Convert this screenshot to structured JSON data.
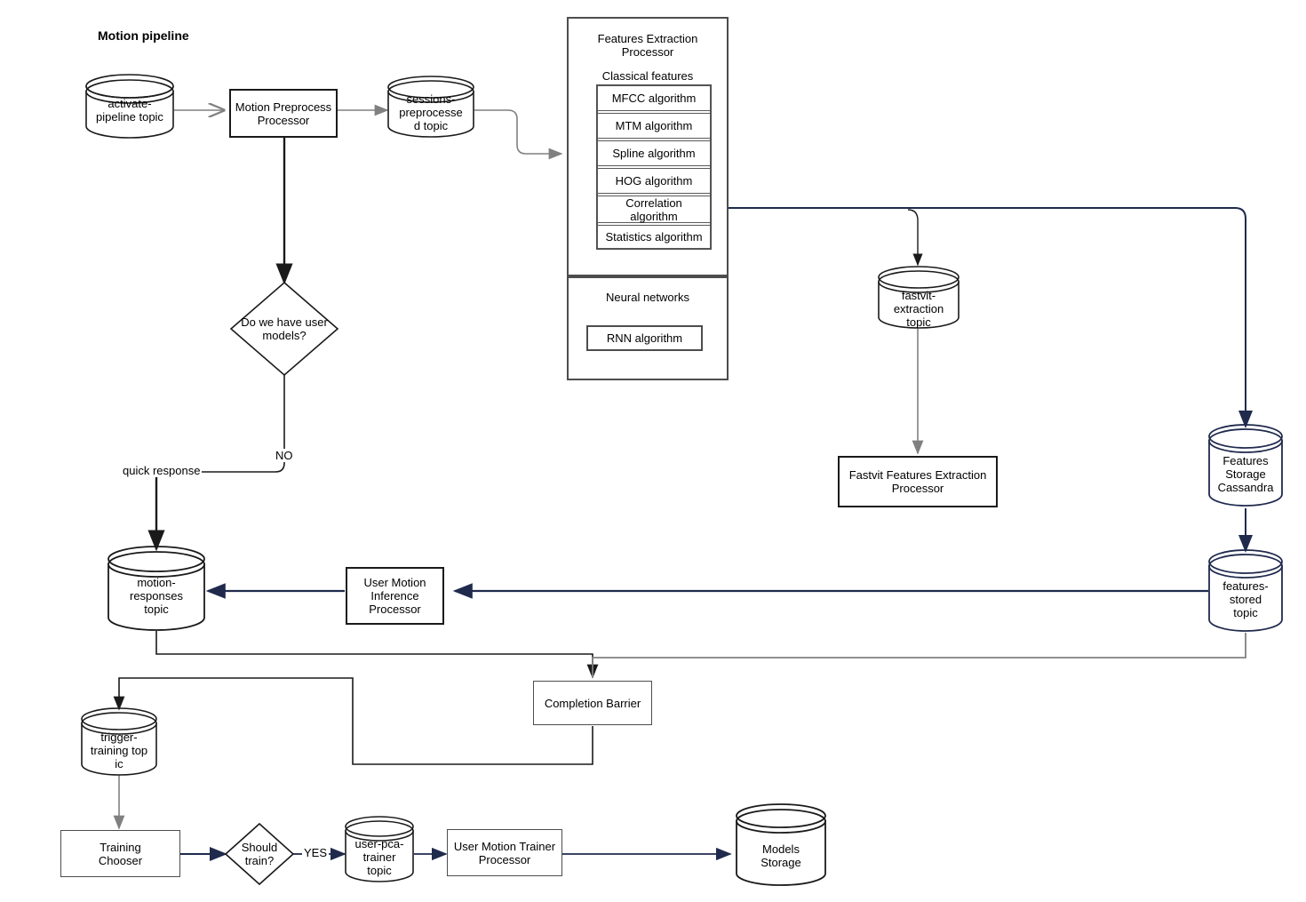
{
  "diagram": {
    "title": "Motion pipeline",
    "type": "flowchart",
    "colors": {
      "stroke_dark": "#1a1a1a",
      "stroke_gray": "#808080",
      "stroke_navy": "#1f2a4d",
      "background": "#ffffff"
    },
    "nodes": [
      {
        "id": "activate-pipeline-topic",
        "shape": "cylinder",
        "label": "activate-\npipeline topic",
        "lines": [
          "activate-",
          "pipeline topic"
        ]
      },
      {
        "id": "motion-preprocess-processor",
        "shape": "box",
        "label": "Motion Preprocess\nProcessor",
        "lines": [
          "Motion Preprocess",
          "Processor"
        ]
      },
      {
        "id": "sessions-preprocessed-topic",
        "shape": "cylinder",
        "label": "sessions-\npreprocessed topic",
        "lines": [
          "sessions-",
          "preprocesse",
          "d topic"
        ]
      },
      {
        "id": "features-extraction-processor",
        "shape": "group",
        "label": "Features Extraction Processor",
        "lines": [
          "Features Extraction",
          "Processor"
        ]
      },
      {
        "id": "classical-features",
        "shape": "group-label",
        "label": "Classical features"
      },
      {
        "id": "mfcc-algorithm",
        "shape": "box",
        "label": "MFCC algorithm"
      },
      {
        "id": "mtm-algorithm",
        "shape": "box",
        "label": "MTM algorithm"
      },
      {
        "id": "spline-algorithm",
        "shape": "box",
        "label": "Spline algorithm"
      },
      {
        "id": "hog-algorithm",
        "shape": "box",
        "label": "HOG algorithm"
      },
      {
        "id": "correlation-algorithm",
        "shape": "box",
        "label": "Correlation algorithm",
        "lines": [
          "Correlation",
          "algorithm"
        ]
      },
      {
        "id": "statistics-algorithm",
        "shape": "box",
        "label": "Statistics algorithm"
      },
      {
        "id": "neural-networks",
        "shape": "group-label",
        "label": "Neural networks"
      },
      {
        "id": "rnn-algorithm",
        "shape": "box",
        "label": "RNN algorithm"
      },
      {
        "id": "do-we-have-user-models",
        "shape": "diamond",
        "label": "Do we have user models?",
        "lines": [
          "Do we have user",
          "models?"
        ]
      },
      {
        "id": "fastvit-extraction-topic",
        "shape": "cylinder",
        "label": "fastvit-extraction topic",
        "lines": [
          "fastvit-",
          "extraction",
          "topic"
        ]
      },
      {
        "id": "fastvit-features-extraction-processor",
        "shape": "box",
        "label": "Fastvit Features Extraction Processor",
        "lines": [
          "Fastvit Features Extraction",
          "Processor"
        ]
      },
      {
        "id": "features-storage-cassandra",
        "shape": "cylinder",
        "label": "Features Storage Cassandra",
        "lines": [
          "Features",
          "Storage",
          "Cassandra"
        ]
      },
      {
        "id": "features-stored-topic",
        "shape": "cylinder",
        "label": "features-stored topic",
        "lines": [
          "features-",
          "stored",
          "topic"
        ]
      },
      {
        "id": "motion-responses-topic",
        "shape": "cylinder",
        "label": "motion-responses topic",
        "lines": [
          "motion-",
          "responses",
          "topic"
        ]
      },
      {
        "id": "user-motion-inference-processor",
        "shape": "box",
        "label": "User Motion Inference Processor",
        "lines": [
          "User Motion",
          "Inference",
          "Processor"
        ]
      },
      {
        "id": "completion-barrier",
        "shape": "box",
        "label": "Completion Barrier"
      },
      {
        "id": "trigger-training-topic",
        "shape": "cylinder",
        "label": "trigger-training topic",
        "lines": [
          "trigger-",
          "training top",
          "ic"
        ]
      },
      {
        "id": "training-chooser",
        "shape": "box",
        "label": "Training Chooser",
        "lines": [
          "Training",
          "Chooser"
        ]
      },
      {
        "id": "should-train",
        "shape": "diamond",
        "label": "Should train?",
        "lines": [
          "Should",
          "train?"
        ]
      },
      {
        "id": "user-pca-trainer-topic",
        "shape": "cylinder",
        "label": "user-pca-trainer topic",
        "lines": [
          "user-pca-",
          "trainer",
          "topic"
        ]
      },
      {
        "id": "user-motion-trainer-processor",
        "shape": "box",
        "label": "User Motion Trainer Processor",
        "lines": [
          "User Motion Trainer",
          "Processor"
        ]
      },
      {
        "id": "models-storage",
        "shape": "cylinder",
        "label": "Models Storage",
        "lines": [
          "Models",
          "Storage"
        ]
      }
    ],
    "edge_labels": [
      {
        "id": "no-label",
        "text": "NO"
      },
      {
        "id": "quick-response-label",
        "text": "quick response"
      },
      {
        "id": "yes-label",
        "text": "YES"
      }
    ],
    "edges": [
      {
        "from": "activate-pipeline-topic",
        "to": "motion-preprocess-processor"
      },
      {
        "from": "motion-preprocess-processor",
        "to": "sessions-preprocessed-topic"
      },
      {
        "from": "motion-preprocess-processor",
        "to": "do-we-have-user-models"
      },
      {
        "from": "sessions-preprocessed-topic",
        "to": "features-extraction-processor"
      },
      {
        "from": "features-extraction-processor",
        "to": "fastvit-extraction-topic"
      },
      {
        "from": "features-extraction-processor",
        "to": "features-storage-cassandra"
      },
      {
        "from": "fastvit-extraction-topic",
        "to": "fastvit-features-extraction-processor"
      },
      {
        "from": "features-storage-cassandra",
        "to": "features-stored-topic"
      },
      {
        "from": "do-we-have-user-models",
        "to": "motion-responses-topic",
        "label": "NO / quick response"
      },
      {
        "from": "features-stored-topic",
        "to": "user-motion-inference-processor"
      },
      {
        "from": "user-motion-inference-processor",
        "to": "motion-responses-topic"
      },
      {
        "from": "motion-responses-topic",
        "to": "completion-barrier"
      },
      {
        "from": "features-stored-topic",
        "to": "completion-barrier"
      },
      {
        "from": "completion-barrier",
        "to": "trigger-training-topic"
      },
      {
        "from": "trigger-training-topic",
        "to": "training-chooser"
      },
      {
        "from": "training-chooser",
        "to": "should-train"
      },
      {
        "from": "should-train",
        "to": "user-pca-trainer-topic",
        "label": "YES"
      },
      {
        "from": "user-pca-trainer-topic",
        "to": "user-motion-trainer-processor"
      },
      {
        "from": "user-motion-trainer-processor",
        "to": "models-storage"
      }
    ]
  }
}
